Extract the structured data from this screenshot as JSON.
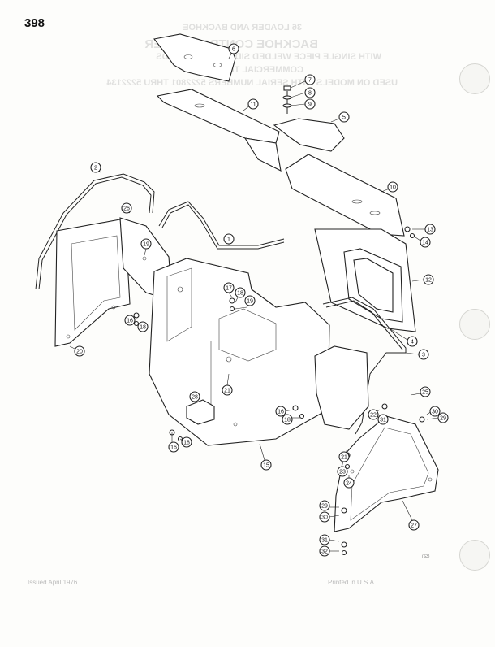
{
  "page": {
    "number": "398",
    "figure_code": "(S3)",
    "footer_left": "Issued April 1976",
    "footer_right": "Printed in U.S.A."
  },
  "bleed_through": {
    "lines": [
      "36 LOADER AND BACKHOE",
      "BACKHOE CONTROL TOWER",
      "WITH SINGLE PIECE WELDED SIDE PANEL GUARDS",
      "COMMERCIAL TRACTORS",
      "USED ON MODELS WITH SERIAL NUMBERS 5222801 THRU 5222134"
    ]
  },
  "callouts": [
    {
      "id": "c6",
      "label": "6"
    },
    {
      "id": "c11",
      "label": "11"
    },
    {
      "id": "c7",
      "label": "7"
    },
    {
      "id": "c8",
      "label": "8"
    },
    {
      "id": "c9",
      "label": "9"
    },
    {
      "id": "c5",
      "label": "5"
    },
    {
      "id": "c2",
      "label": "2"
    },
    {
      "id": "c10",
      "label": "10"
    },
    {
      "id": "c26",
      "label": "26"
    },
    {
      "id": "c13",
      "label": "13"
    },
    {
      "id": "c14",
      "label": "14"
    },
    {
      "id": "c1",
      "label": "1"
    },
    {
      "id": "c19",
      "label": "19"
    },
    {
      "id": "c12",
      "label": "12"
    },
    {
      "id": "c17",
      "label": "17"
    },
    {
      "id": "c18a",
      "label": "18"
    },
    {
      "id": "c19b",
      "label": "19"
    },
    {
      "id": "c16a",
      "label": "16"
    },
    {
      "id": "c18b",
      "label": "18"
    },
    {
      "id": "c4",
      "label": "4"
    },
    {
      "id": "c20",
      "label": "20"
    },
    {
      "id": "c3",
      "label": "3"
    },
    {
      "id": "c21a",
      "label": "21"
    },
    {
      "id": "c25",
      "label": "25"
    },
    {
      "id": "c28",
      "label": "28"
    },
    {
      "id": "c16b",
      "label": "16"
    },
    {
      "id": "c18c",
      "label": "18"
    },
    {
      "id": "c22",
      "label": "22"
    },
    {
      "id": "c31",
      "label": "31"
    },
    {
      "id": "c30",
      "label": "30"
    },
    {
      "id": "c29",
      "label": "29"
    },
    {
      "id": "c16c",
      "label": "16"
    },
    {
      "id": "c18d",
      "label": "18"
    },
    {
      "id": "c21b",
      "label": "21"
    },
    {
      "id": "c23",
      "label": "23"
    },
    {
      "id": "c24",
      "label": "24"
    },
    {
      "id": "c15",
      "label": "15"
    },
    {
      "id": "c27",
      "label": "27"
    },
    {
      "id": "c29b",
      "label": "29"
    },
    {
      "id": "c30b",
      "label": "30"
    },
    {
      "id": "c31b",
      "label": "31"
    },
    {
      "id": "c32",
      "label": "32"
    }
  ]
}
